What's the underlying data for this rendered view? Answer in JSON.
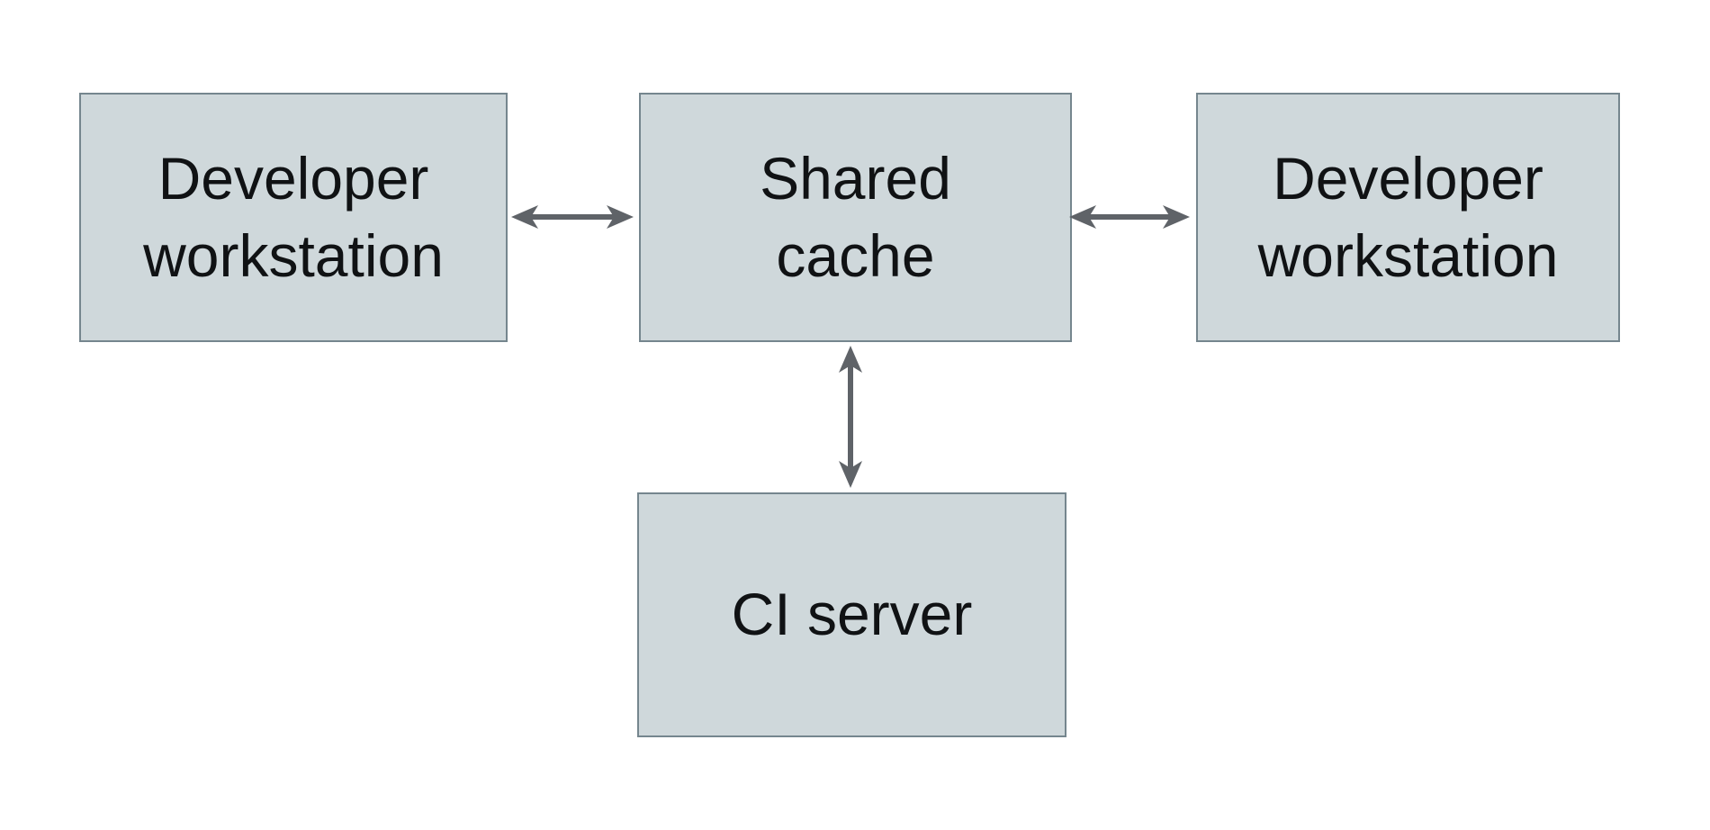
{
  "diagram": {
    "type": "architecture-diagram",
    "background": "#ffffff",
    "nodes": [
      {
        "id": "developer-workstation-left",
        "label": "Developer\nworkstation"
      },
      {
        "id": "shared-cache",
        "label": "Shared\ncache"
      },
      {
        "id": "developer-workstation-right",
        "label": "Developer\nworkstation"
      },
      {
        "id": "ci-server",
        "label": "CI server"
      }
    ],
    "edges": [
      {
        "from": "developer-workstation-left",
        "to": "shared-cache",
        "type": "bidirectional-arrow",
        "orientation": "horizontal"
      },
      {
        "from": "shared-cache",
        "to": "developer-workstation-right",
        "type": "bidirectional-arrow",
        "orientation": "horizontal"
      },
      {
        "from": "shared-cache",
        "to": "ci-server",
        "type": "bidirectional-arrow",
        "orientation": "vertical"
      }
    ],
    "colors": {
      "node_fill": "#cfd8db",
      "node_border": "#75868e",
      "arrow": "#5f6368",
      "text": "#101214",
      "background": "#ffffff"
    }
  }
}
